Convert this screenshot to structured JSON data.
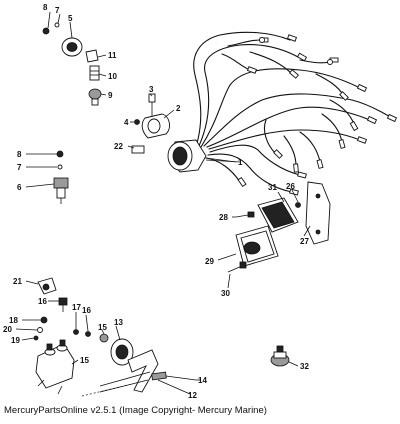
{
  "caption": "MercuryPartsOnline v2.5.1 (Image Copyright- Mercury Marine)",
  "callouts": [
    "1",
    "2",
    "3",
    "4",
    "5",
    "6",
    "7",
    "8",
    "9",
    "10",
    "11",
    "12",
    "13",
    "14",
    "15",
    "16",
    "17",
    "18",
    "19",
    "20",
    "21",
    "22",
    "26",
    "27",
    "28",
    "29",
    "30",
    "31",
    "32"
  ]
}
